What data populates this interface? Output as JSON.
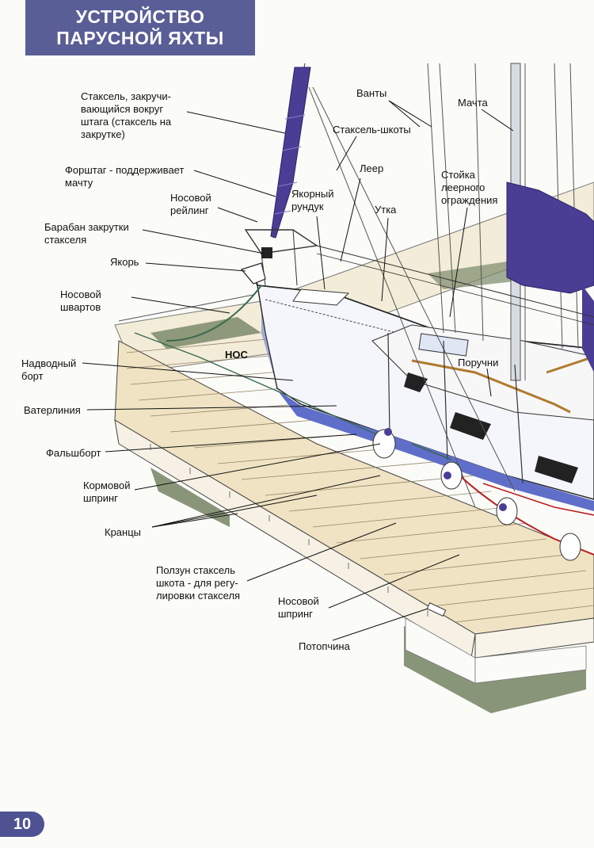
{
  "title": {
    "line1": "УСТРОЙСТВО",
    "line2": "ПАРУСНОЙ ЯХТЫ"
  },
  "page_number": "10",
  "bow_marker": "НОС",
  "labels": {
    "jib_furling": "Стаксель, закручи-\nвающийся вокруг\nштага (стаксель на\nзакрутке)",
    "forestay": "Форштаг - поддерживает\nмачту",
    "bow_pulpit": "Носовой\nрейлинг",
    "furling_drum": "Барабан закрутки\nстакселя",
    "anchor": "Якорь",
    "bow_line": "Носовой\nшвартов",
    "topsides": "Надводный\nборт",
    "waterline": "Ватерлиния",
    "toerail": "Фальшборт",
    "stern_spring": "Кормовой\nшпринг",
    "fenders": "Кранцы",
    "jib_car": "Ползун стаксель\nшкота - для регу-\nлировки стакселя",
    "bow_spring": "Носовой\nшпринг",
    "cleat_dock": "Потопчина",
    "shrouds": "Ванты",
    "mast": "Мачта",
    "jib_sheets": "Стаксель-шкоты",
    "lifeline": "Леер",
    "anchor_locker": "Якорный\nрундук",
    "stanchion": "Стойка\nлеерного\nограждения",
    "cleat_boat": "Утка",
    "handrails": "Поручни"
  },
  "colors": {
    "title_bg": "#5a5e96",
    "sail": "#4a3d94",
    "hull": "#5f6ec8",
    "water": "#7b8a6a",
    "deck": "#efe3c3"
  }
}
